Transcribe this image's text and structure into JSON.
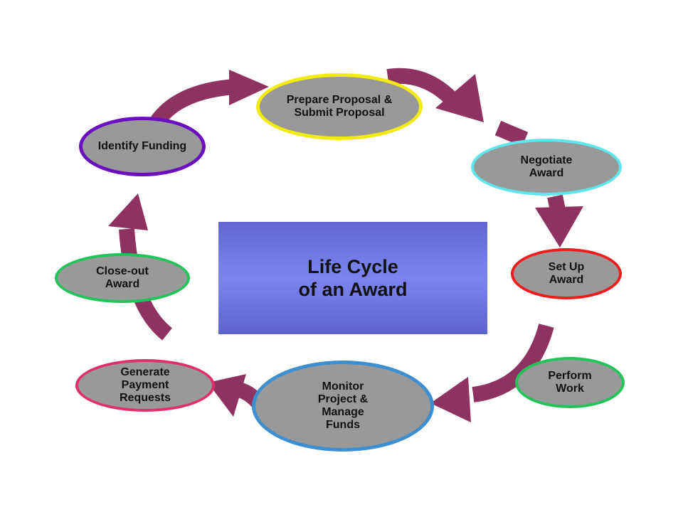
{
  "title": {
    "line1": "Life Cycle",
    "line2": "of an Award"
  },
  "colors": {
    "arrow": "#8e3360",
    "node_fill": "#999999",
    "title_box": "#7078e0",
    "identify_funding": "#6a0fc0",
    "prepare_proposal": "#f2ea10",
    "negotiate_award": "#5ee6ef",
    "set_up_award": "#ee1c1c",
    "perform_work": "#22c45a",
    "monitor_project": "#3d8fd0",
    "generate_payment": "#e0306a",
    "close_out_award": "#22c45a"
  },
  "nodes": [
    {
      "id": "identify_funding",
      "lines": [
        "Identify Funding"
      ],
      "outline": "#6a0fc0"
    },
    {
      "id": "prepare_proposal",
      "lines": [
        "Prepare Proposal &",
        "Submit Proposal"
      ],
      "outline": "#f2ea10"
    },
    {
      "id": "negotiate_award",
      "lines": [
        "Negotiate",
        "Award"
      ],
      "outline": "#5ee6ef"
    },
    {
      "id": "set_up_award",
      "lines": [
        "Set Up",
        "Award"
      ],
      "outline": "#ee1c1c"
    },
    {
      "id": "perform_work",
      "lines": [
        "Perform",
        "Work"
      ],
      "outline": "#22c45a"
    },
    {
      "id": "monitor_project",
      "lines": [
        "Monitor",
        "Project &",
        "Manage",
        "Funds"
      ],
      "outline": "#3d8fd0"
    },
    {
      "id": "generate_payment",
      "lines": [
        "Generate",
        "Payment",
        "Requests"
      ],
      "outline": "#e0306a"
    },
    {
      "id": "close_out_award",
      "lines": [
        "Close-out",
        "Award"
      ],
      "outline": "#22c45a"
    }
  ]
}
